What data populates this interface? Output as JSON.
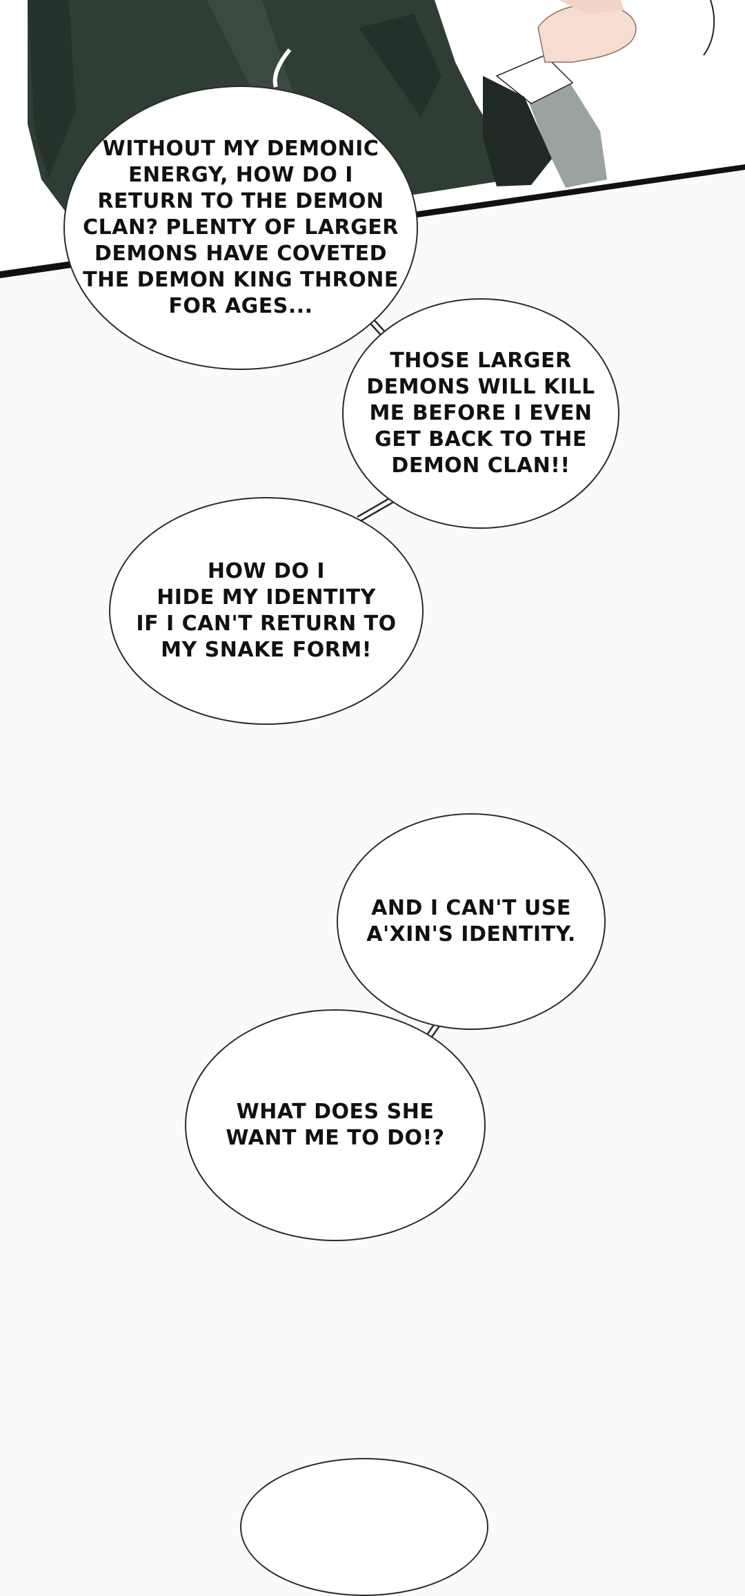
{
  "panel": {
    "background": "#fafafa",
    "art_colors": {
      "jacket": "#2f3e35",
      "jacket_dark": "#1f2a24",
      "skin": "#f6ddd0",
      "sleeve_grey": "#9aa2a2"
    }
  },
  "bubbles": [
    {
      "id": "b1",
      "text": "WITHOUT MY DEMONIC\nENERGY, HOW DO I\nRETURN TO THE DEMON\nCLAN? PLENTY OF LARGER\nDEMONS HAVE COVETED\nTHE DEMON KING THRONE\nFOR AGES..."
    },
    {
      "id": "b2",
      "text": "THOSE LARGER\nDEMONS WILL KILL\nME BEFORE I EVEN\nGET BACK TO THE\nDEMON CLAN!!"
    },
    {
      "id": "b3",
      "text": "HOW DO I\nHIDE MY IDENTITY\nIF I CAN'T RETURN TO\nMY SNAKE FORM!"
    },
    {
      "id": "b4",
      "text": "AND I CAN'T USE\nA'XIN'S IDENTITY."
    },
    {
      "id": "b5",
      "text": "WHAT DOES SHE\nWANT ME TO DO!?"
    }
  ]
}
